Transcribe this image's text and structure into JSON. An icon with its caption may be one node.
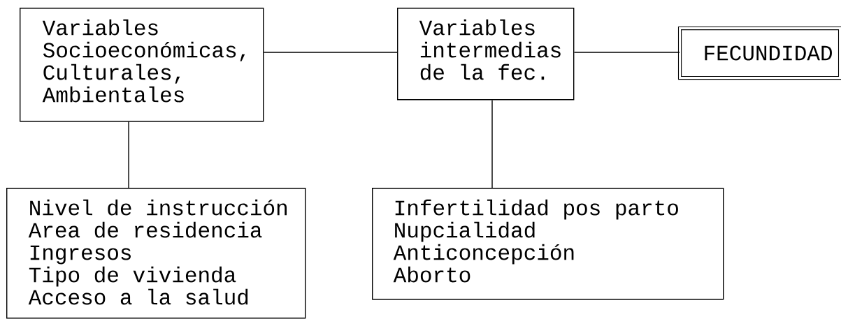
{
  "diagram": {
    "nodes": [
      {
        "text": [
          "Variables Socioeconómicas, Culturales, Ambientales"
        ]
      },
      {
        "text": [
          "Variables intermedias de la fec."
        ]
      },
      {
        "text": [
          "FECUNDIDAD"
        ]
      },
      {
        "text": [
          "Nivel de instrucción",
          "Area de residencia",
          "Ingresos",
          "Tipo de vivienda",
          "Acceso a la salud"
        ]
      },
      {
        "text": [
          "Infertilidad pos parto",
          "Nupcialidad",
          "Anticoncepción",
          "Aborto"
        ]
      }
    ],
    "edges": [
      {
        "from": 0,
        "to": 1,
        "arrow": "none"
      },
      {
        "from": 1,
        "to": 2,
        "arrow": "none"
      },
      {
        "from": 0,
        "to": 3,
        "arrow": "none"
      },
      {
        "from": 1,
        "to": 4,
        "arrow": "none"
      }
    ]
  }
}
